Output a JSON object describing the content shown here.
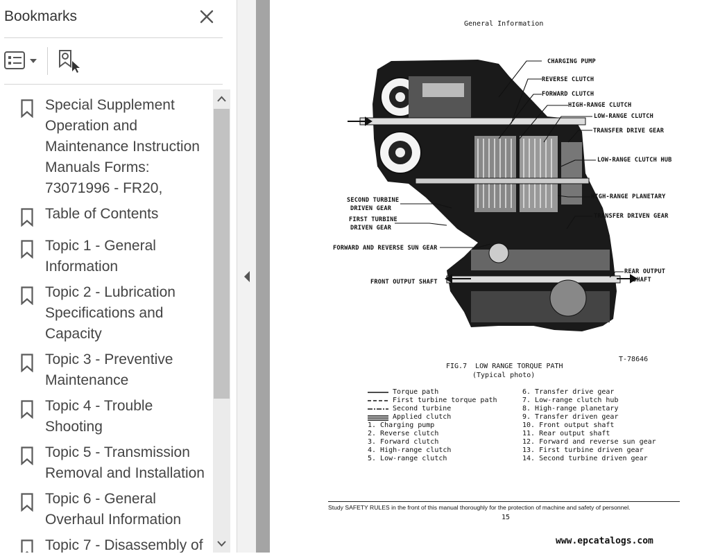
{
  "panel": {
    "title": "Bookmarks",
    "close_icon": "close-icon",
    "options_icon": "list-options-icon",
    "find_icon": "find-bookmark-icon"
  },
  "bookmarks": [
    {
      "lines": [
        "Special Supplement",
        "Operation and",
        "Maintenance Instruction",
        "Manuals Forms:",
        "73071996 - FR20,"
      ]
    },
    {
      "lines": [
        "Table of Contents"
      ]
    },
    {
      "lines": [
        "Topic 1 - General",
        "Information"
      ]
    },
    {
      "lines": [
        "Topic 2 - Lubrication",
        "Specifications and",
        "Capacity"
      ]
    },
    {
      "lines": [
        "Topic 3 - Preventive",
        "Maintenance"
      ]
    },
    {
      "lines": [
        "Topic 4 - Trouble",
        "Shooting"
      ]
    },
    {
      "lines": [
        "Topic 5 - Transmission",
        "Removal and Installation"
      ]
    },
    {
      "lines": [
        "Topic 6 - General",
        "Overhaul Information"
      ]
    },
    {
      "lines": [
        "Topic 7 - Disassembly of"
      ]
    }
  ],
  "document": {
    "header": "General Information",
    "diagram_labels": [
      "CHARGING PUMP",
      "REVERSE CLUTCH",
      "FORWARD CLUTCH",
      "HIGH-RANGE CLUTCH",
      "LOW-RANGE CLUTCH",
      "TRANSFER DRIVE GEAR",
      "LOW-RANGE CLUTCH HUB",
      "HIGH-RANGE PLANETARY",
      "TRANSFER DRIVEN GEAR",
      "SECOND TURBINE",
      "DRIVEN GEAR",
      "FIRST TURBINE",
      "DRIVEN GEAR",
      "FORWARD AND REVERSE SUN GEAR",
      "REAR OUTPUT",
      "SHAFT",
      "FRONT OUTPUT SHAFT"
    ],
    "figure_code": "T-78646",
    "caption": "FIG.7  LOW RANGE TORQUE PATH",
    "caption_sub": "(Typical photo)",
    "legend_left": [
      "Torque path",
      "First turbine torque path",
      "Second turbine",
      "Applied clutch",
      "1. Charging pump",
      "2. Reverse clutch",
      "3. Forward clutch",
      "4. High-range clutch",
      "5. Low-range clutch"
    ],
    "legend_right": [
      "6. Transfer drive gear",
      "7. Low-range clutch hub",
      "8. High-range planetary",
      "9. Transfer driven gear",
      "10. Front output shaft",
      "11. Rear output shaft",
      "12. Forward and reverse sun gear",
      "13. First turbine driven gear",
      "14. Second turbine driven gear"
    ],
    "footer_note": "Study SAFETY RULES in the front of this manual thoroughly for the protection of machine and safety of personnel.",
    "page_number": "15",
    "watermark": "www.epcatalogs.com"
  },
  "colors": {
    "panel_bg": "#ffffff",
    "scrollbar_track": "#ebebeb",
    "scrollbar_thumb": "#c2c2c2",
    "canvas_bg": "#a4a4a4",
    "text": "#444444"
  }
}
